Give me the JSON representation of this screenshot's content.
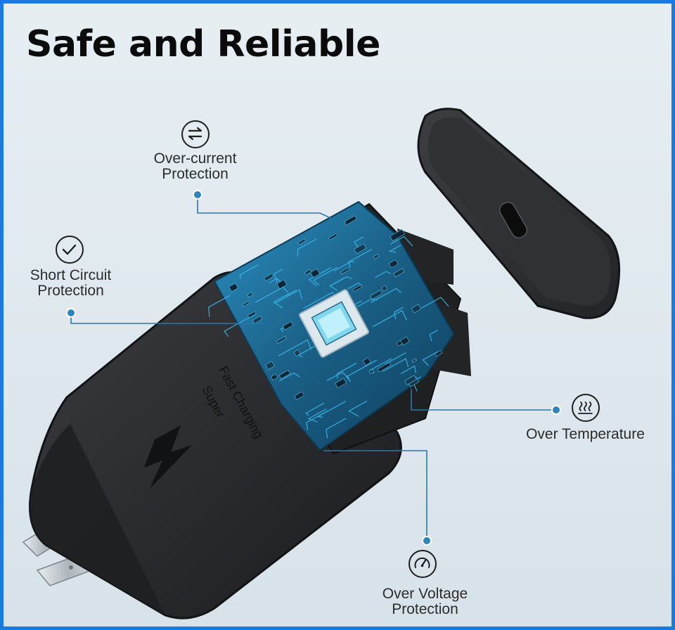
{
  "title": "Safe and Reliable",
  "product": {
    "brand_text_line1": "Super",
    "brand_text_line2": "Fast Charging",
    "port": "USB-C"
  },
  "features": [
    {
      "line1": "Over-current",
      "line2": "Protection",
      "icon": "arrows-swap-icon"
    },
    {
      "line1": "Short Circuit",
      "line2": "Protection",
      "icon": "checkmark-icon"
    },
    {
      "line1": "Over Temperature",
      "line2": "",
      "icon": "heat-waves-icon"
    },
    {
      "line1": "Over Voltage",
      "line2": "Protection",
      "icon": "gauge-icon"
    }
  ],
  "colors": {
    "border": "#1a7ae0",
    "pcb": "#1a5f86",
    "pcb_trace": "#3bb6e8",
    "charger_body": "#2a2c2f",
    "callout_line": "#2b78a8"
  }
}
